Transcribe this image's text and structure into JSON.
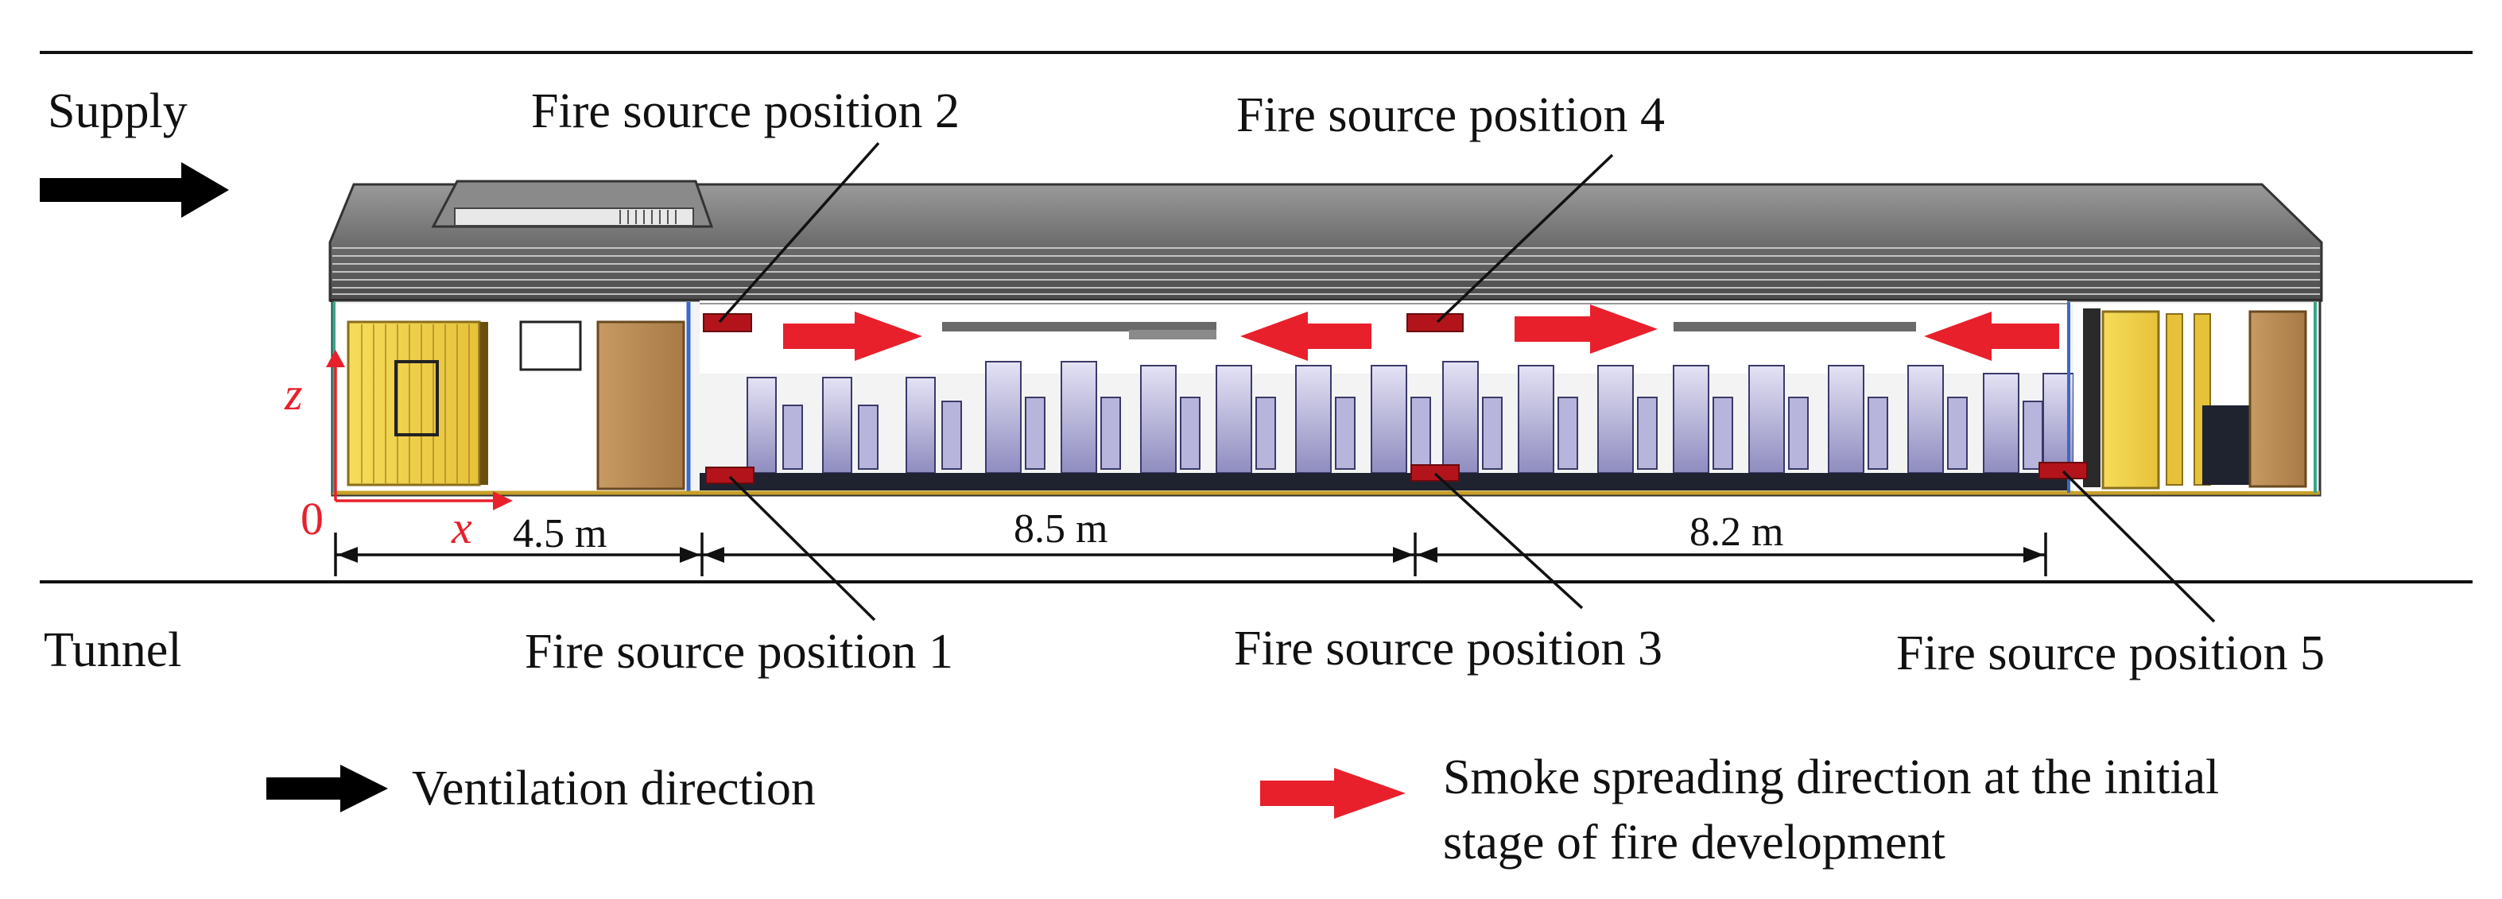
{
  "labels": {
    "supply": "Supply",
    "tunnel": "Tunnel",
    "fire_source_1": "Fire source position 1",
    "fire_source_2": "Fire source position 2",
    "fire_source_3": "Fire source position 3",
    "fire_source_4": "Fire source position 4",
    "fire_source_5": "Fire source position 5"
  },
  "axes": {
    "z": "z",
    "x": "x",
    "origin": "0"
  },
  "dimensions": {
    "seg1": "4.5 m",
    "seg2": "8.5 m",
    "seg3": "8.2 m"
  },
  "legend": {
    "ventilation": "Ventilation direction",
    "smoke_line1": "Smoke spreading direction at the initial",
    "smoke_line2": "stage of fire development"
  },
  "colors": {
    "smoke_arrow": "#e8202c",
    "fire_source": "#b3141c",
    "ventilation_arrow": "#000000",
    "partition_wall": "#f2d24a"
  }
}
